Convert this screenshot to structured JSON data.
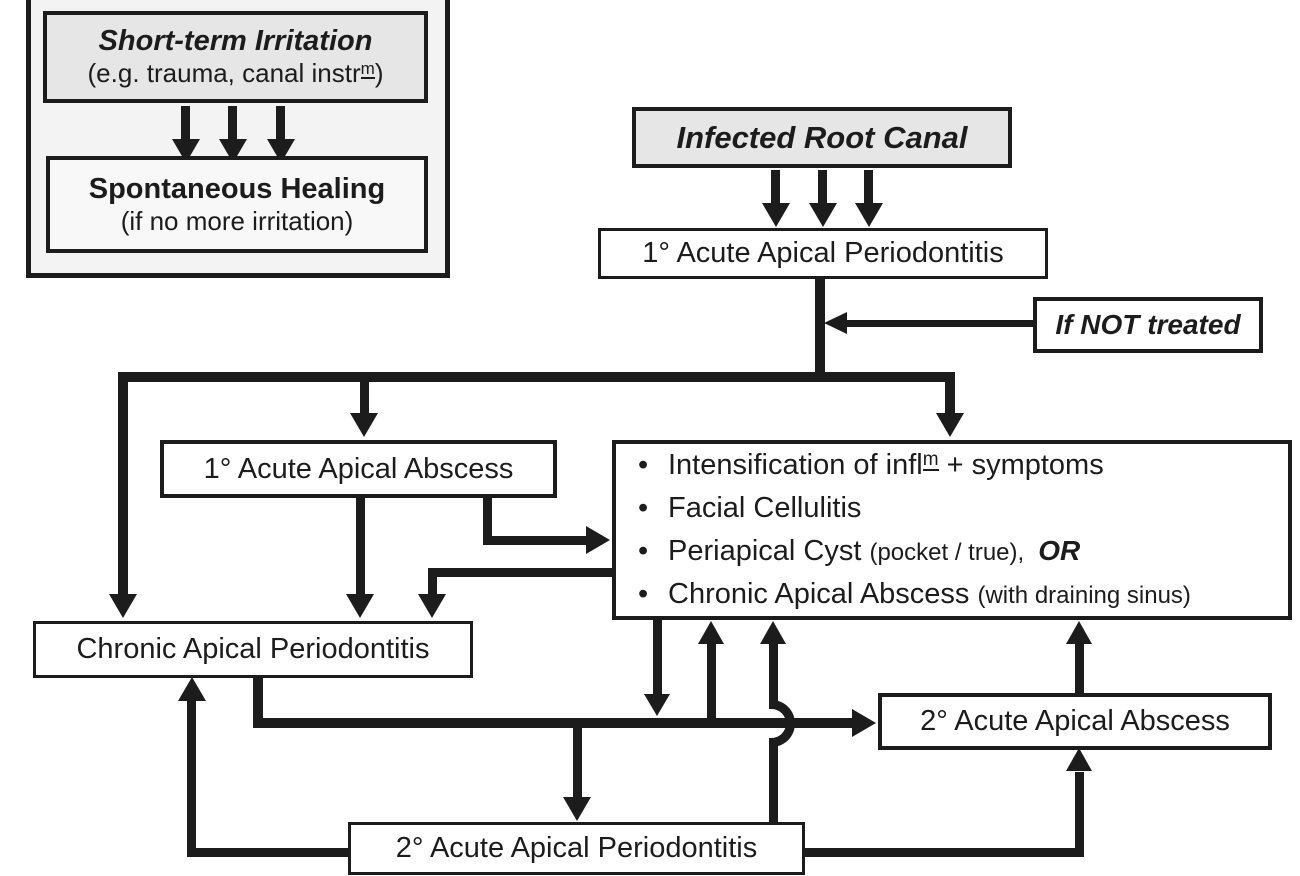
{
  "colors": {
    "ink": "#1c1c1c",
    "gray_box_fill": "#e6e6e6",
    "panel_fill": "#f3f3f3",
    "healing_box_fill": "#f8f8f8",
    "background": "#ffffff"
  },
  "nodes": {
    "short_term_irritation": {
      "title": "Short-term Irritation",
      "caption_pre": "(e.g. trauma, canal instr",
      "caption_sup": "m",
      "caption_post": ")"
    },
    "spontaneous_healing": {
      "title": "Spontaneous Healing",
      "caption": "(if no more irritation)"
    },
    "infected_root_canal": {
      "label": "Infected Root Canal"
    },
    "primary_acute_apical_periodontitis": {
      "label": "1° Acute Apical Periodontitis"
    },
    "if_not_treated": {
      "label": "If NOT treated"
    },
    "primary_acute_apical_abscess": {
      "label": "1° Acute Apical Abscess"
    },
    "outcomes": {
      "bullet": "•",
      "items": [
        {
          "pre": "Intensification of infl",
          "sup": "m",
          "post": " + symptoms"
        },
        {
          "pre": "Facial Cellulitis"
        },
        {
          "pre": "Periapical Cyst ",
          "small": "(pocket / true),",
          "emphasis": "OR"
        },
        {
          "pre": "Chronic Apical Abscess ",
          "small": "(with draining sinus)"
        }
      ]
    },
    "chronic_apical_periodontitis": {
      "label": "Chronic Apical Periodontitis"
    },
    "secondary_acute_apical_abscess": {
      "label": "2° Acute Apical Abscess"
    },
    "secondary_acute_apical_periodontitis": {
      "label": "2° Acute Apical Periodontitis"
    }
  }
}
